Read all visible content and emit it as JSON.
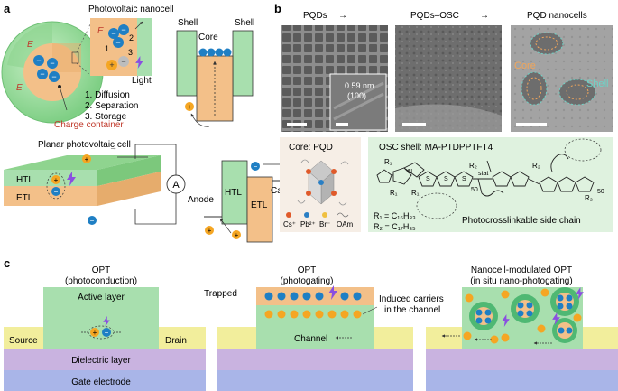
{
  "panels": {
    "a": {
      "letter": "a",
      "nanocell_title": "Photovoltaic nanocell",
      "shell_left": "Shell",
      "core": "Core",
      "shell_right": "Shell",
      "e_label": "E",
      "light": "Light",
      "steps": [
        "1. Diffusion",
        "2. Separation",
        "3. Storage"
      ],
      "step_nums": [
        "1",
        "2",
        "3"
      ],
      "charge_container": "Charge container",
      "planar_title": "Planar photovoltaic cell",
      "htl": "HTL",
      "etl": "ETL",
      "ammeter": "A",
      "anode": "Anode",
      "cathode": "Cathode"
    },
    "b": {
      "letter": "b",
      "tem_labels": [
        "PQDs",
        "PQDs–OSC",
        "PQD nanocells"
      ],
      "lattice_spacing": "0.59 nm",
      "lattice_plane": "(100)",
      "core_label": "Core",
      "shell_label": "Shell",
      "core_box_title": "Core: PQD",
      "legend": [
        "Cs⁺",
        "Pb²⁺",
        "Br⁻",
        "OAm"
      ],
      "osc_title": "OSC shell: MA-PTDPPTFT4",
      "r1": "R₁ = C₁₆H₃₃",
      "r2": "R₂ = C₁₇H₃₅",
      "side_chain": "Photocrosslinkable side chain",
      "stat": "stat",
      "sub50": "50"
    },
    "c": {
      "letter": "c",
      "opt1_title": "OPT",
      "opt1_sub": "(photoconduction)",
      "active_layer": "Active layer",
      "source": "Source",
      "drain": "Drain",
      "dielectric": "Dielectric layer",
      "gate": "Gate electrode",
      "opt2_title": "OPT",
      "opt2_sub": "(photogating)",
      "trapped": "Trapped",
      "induced": "Induced carriers",
      "induced2": "in the channel",
      "channel": "Channel",
      "opt3_title": "Nanocell-modulated OPT",
      "opt3_sub": "(in situ nano-photogating)"
    }
  },
  "colors": {
    "shell_green": "#a8dfae",
    "core_orange": "#f3c089",
    "hole": "#f5a623",
    "electron": "#1f7fc4",
    "source_yellow": "#f2ee9c",
    "dielectric": "#c9b3e0",
    "gate": "#a9b5e8",
    "red_text": "#c0392b",
    "teal_text": "#6fd3c7"
  }
}
